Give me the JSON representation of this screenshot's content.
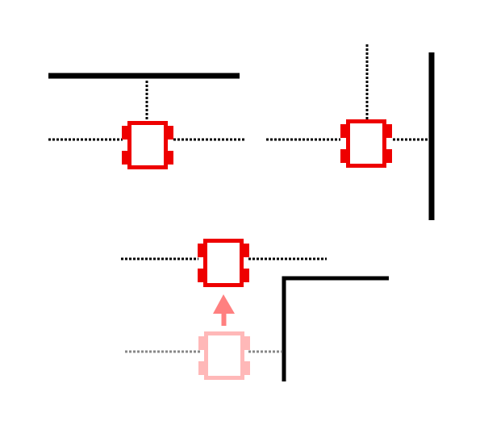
{
  "colors": {
    "robot": "#ee0000",
    "robot_faded": "#ffb8b8",
    "arrow": "#ff8080",
    "wall": "#000000",
    "sensor_ray": "#000000",
    "sensor_ray_faded": "#888888",
    "background": "#ffffff"
  },
  "scenes": [
    {
      "name": "robot-facing-wall-above"
    },
    {
      "name": "robot-beside-wall-right"
    },
    {
      "name": "robot-moving-forward-past-corner"
    }
  ]
}
